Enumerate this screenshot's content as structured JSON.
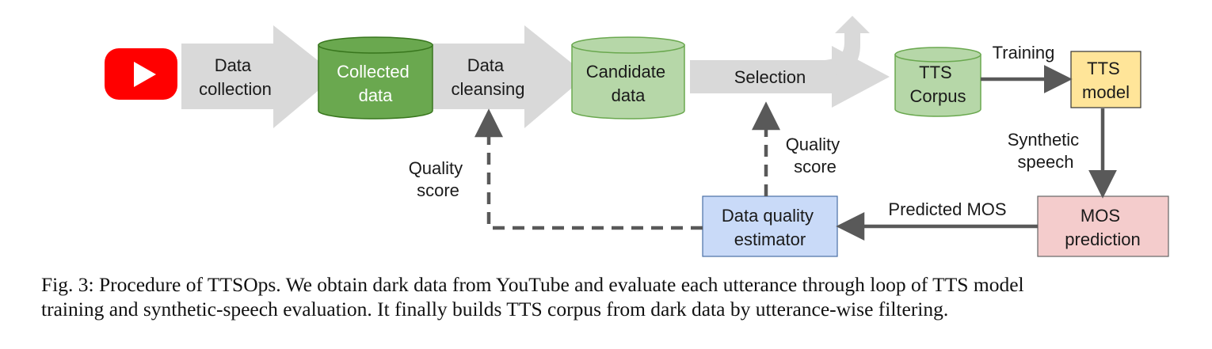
{
  "diagram": {
    "steps": {
      "data_collection": [
        "Data",
        "collection"
      ],
      "data_cleansing": [
        "Data",
        "cleansing"
      ],
      "selection": "Selection"
    },
    "stores": {
      "collected_data": [
        "Collected",
        "data"
      ],
      "candidate_data": [
        "Candidate",
        "data"
      ],
      "tts_corpus": [
        "TTS",
        "Corpus"
      ]
    },
    "boxes": {
      "tts_model": [
        "TTS",
        "model"
      ],
      "mos_prediction": [
        "MOS",
        "prediction"
      ],
      "data_quality_estimator": [
        "Data quality",
        "estimator"
      ]
    },
    "edge_labels": {
      "training": "Training",
      "synthetic_speech": [
        "Synthetic",
        "speech"
      ],
      "predicted_mos": "Predicted MOS",
      "quality_score_left": [
        "Quality",
        "score"
      ],
      "quality_score_right": [
        "Quality",
        "score"
      ]
    },
    "icons": {
      "source": "youtube-icon"
    },
    "colors": {
      "arrow_gray": "#d9d9d9",
      "dark_gray": "#595959",
      "collected_fill": "#6aa84f",
      "candidate_fill": "#b6d7a8",
      "tts_model_fill": "#ffe599",
      "mos_fill": "#f4cccc",
      "estimator_fill": "#c9daf8",
      "youtube_red": "#ff0000"
    }
  },
  "caption": {
    "line1": "Fig. 3: Procedure of TTSOps. We obtain dark data from YouTube and evaluate each utterance through loop of TTS model",
    "line2": "training and synthetic-speech evaluation. It finally builds TTS corpus from dark data by utterance-wise filtering."
  }
}
